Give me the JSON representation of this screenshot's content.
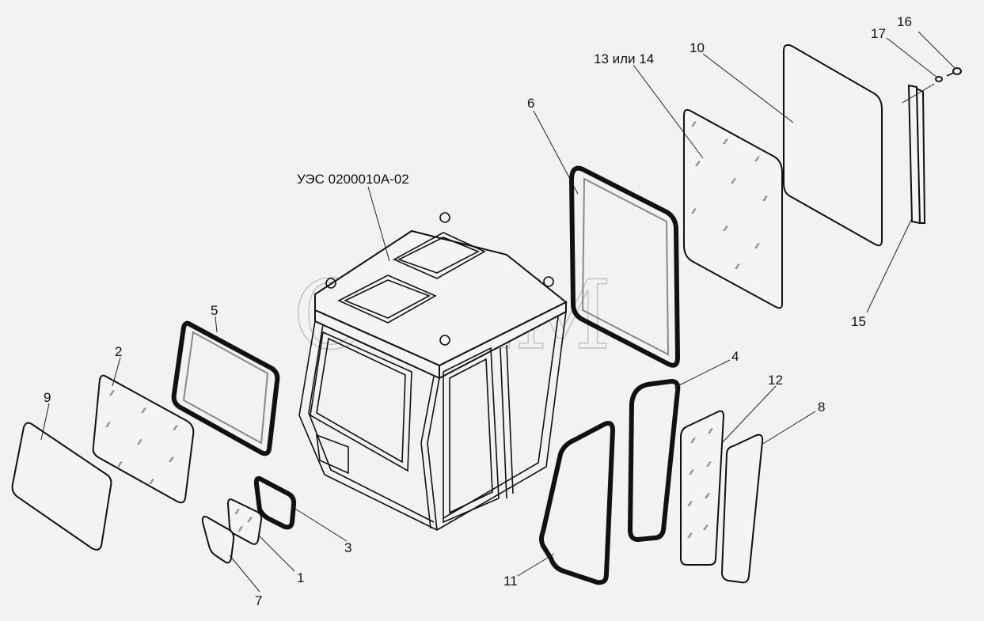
{
  "diagram": {
    "assembly_label": "УЭС 0200010А-02",
    "watermark": "СЕЛМ",
    "callouts": [
      {
        "id": "c1",
        "text": "1"
      },
      {
        "id": "c2",
        "text": "2"
      },
      {
        "id": "c3",
        "text": "3"
      },
      {
        "id": "c4",
        "text": "4"
      },
      {
        "id": "c5",
        "text": "5"
      },
      {
        "id": "c6",
        "text": "6"
      },
      {
        "id": "c7",
        "text": "7"
      },
      {
        "id": "c8",
        "text": "8"
      },
      {
        "id": "c9",
        "text": "9"
      },
      {
        "id": "c10",
        "text": "10"
      },
      {
        "id": "c11",
        "text": "11"
      },
      {
        "id": "c12",
        "text": "12"
      },
      {
        "id": "c13",
        "text": "13 или 14"
      },
      {
        "id": "c15",
        "text": "15"
      },
      {
        "id": "c16",
        "text": "16"
      },
      {
        "id": "c17",
        "text": "17"
      }
    ]
  }
}
